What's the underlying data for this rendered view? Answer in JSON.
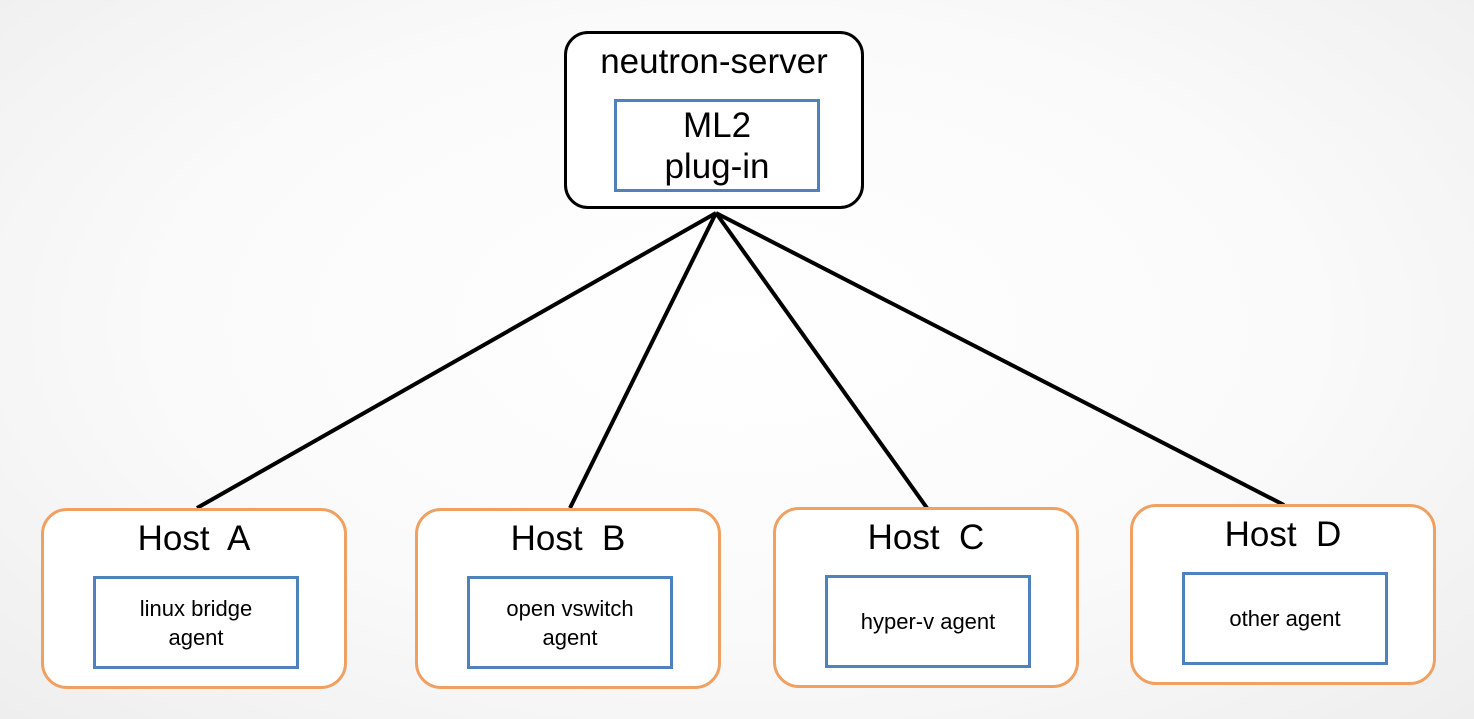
{
  "server": {
    "title": "neutron-server",
    "plugin_line1": "ML2",
    "plugin_line2": "plug-in"
  },
  "hosts": [
    {
      "title": "Host  A",
      "agent_line1": "linux bridge",
      "agent_line2": "agent"
    },
    {
      "title": "Host  B",
      "agent_line1": "open vswitch",
      "agent_line2": "agent"
    },
    {
      "title": "Host  C",
      "agent_line1": "hyper-v agent",
      "agent_line2": ""
    },
    {
      "title": "Host  D",
      "agent_line1": "other agent",
      "agent_line2": ""
    }
  ],
  "colors": {
    "server_border": "#000000",
    "host_border": "#f0a060",
    "inner_box_border": "#4f81bd",
    "connector": "#000000"
  }
}
